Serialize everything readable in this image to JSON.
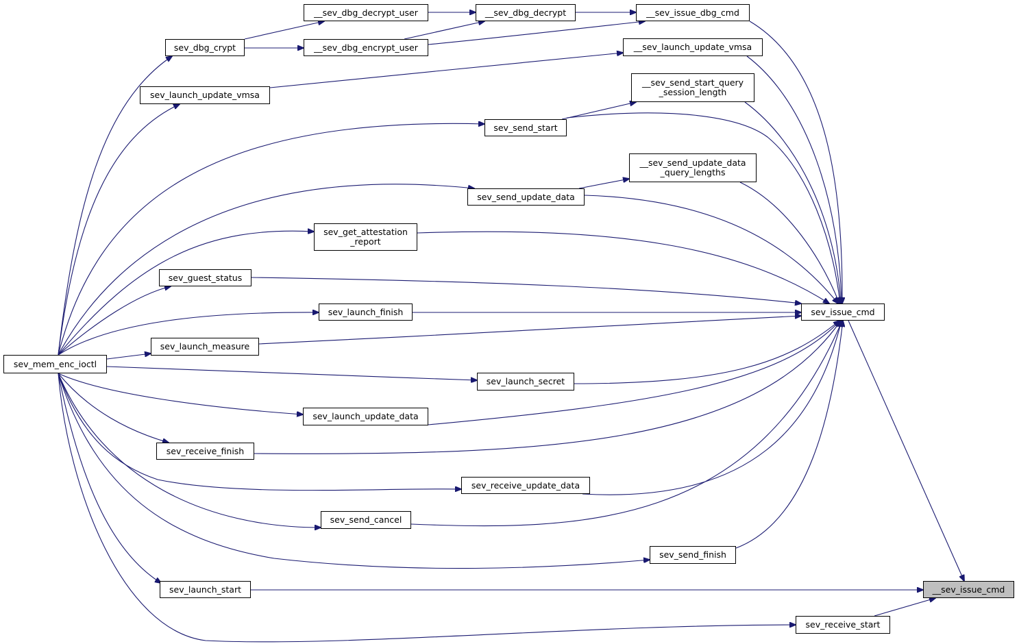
{
  "title": "",
  "colors": {
    "edge": "#191970",
    "node_border": "#000000",
    "node_fill": "#ffffff",
    "focus_fill": "#bfbfbf"
  },
  "nodes": {
    "sev_mem_enc_ioctl": "sev_mem_enc_ioctl",
    "sev_dbg_crypt": "sev_dbg_crypt",
    "sev_launch_update_vmsa": "sev_launch_update_vmsa",
    "sev_send_start": "sev_send_start",
    "sev_send_update_data": "sev_send_update_data",
    "sev_get_attestation_report": "sev_get_attestation\n_report",
    "sev_guest_status": "sev_guest_status",
    "sev_launch_finish": "sev_launch_finish",
    "sev_launch_measure": "sev_launch_measure",
    "sev_launch_secret": "sev_launch_secret",
    "sev_launch_update_data": "sev_launch_update_data",
    "sev_receive_finish": "sev_receive_finish",
    "sev_receive_update_data": "sev_receive_update_data",
    "sev_send_cancel": "sev_send_cancel",
    "sev_send_finish": "sev_send_finish",
    "sev_launch_start": "sev_launch_start",
    "sev_receive_start": "sev_receive_start",
    "sev_dbg_decrypt_user": "__sev_dbg_decrypt_user",
    "sev_dbg_encrypt_user": "__sev_dbg_encrypt_user",
    "sev_dbg_decrypt": "__sev_dbg_decrypt",
    "sev_issue_dbg_cmd": "__sev_issue_dbg_cmd",
    "__sev_launch_update_vmsa": "__sev_launch_update_vmsa",
    "sev_send_start_query_session_length": "__sev_send_start_query\n_session_length",
    "sev_send_update_data_query_lengths": "__sev_send_update_data\n_query_lengths",
    "sev_issue_cmd": "sev_issue_cmd",
    "__sev_issue_cmd": "__sev_issue_cmd"
  },
  "focus_node": "__sev_issue_cmd"
}
